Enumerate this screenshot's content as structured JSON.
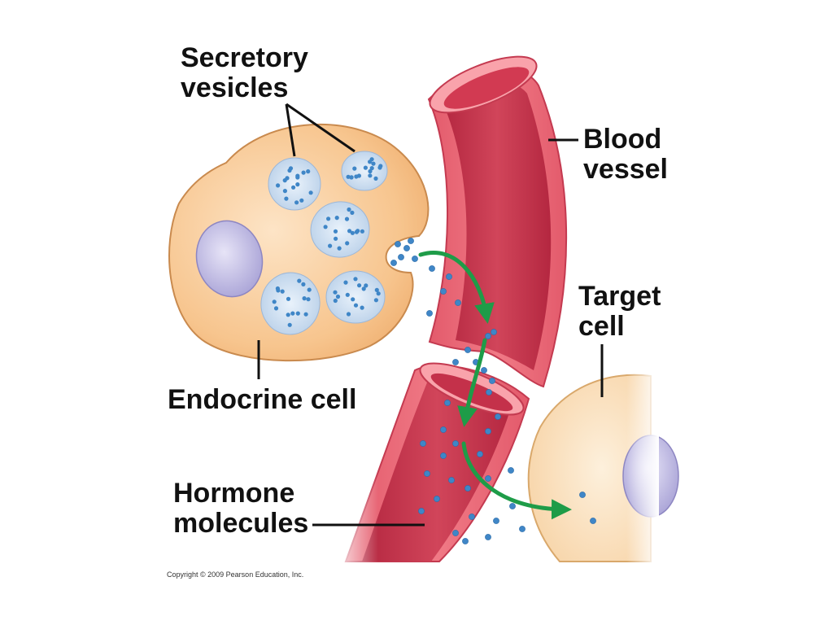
{
  "labels": {
    "secretory_line1": "Secretory",
    "secretory_line2": "vesicles",
    "blood_line1": "Blood",
    "blood_line2": "vessel",
    "target_line1": "Target",
    "target_line2": "cell",
    "endocrine": "Endocrine cell",
    "hormone_line1": "Hormone",
    "hormone_line2": "molecules"
  },
  "copyright": "Copyright © 2009 Pearson Education, Inc.",
  "colors": {
    "cell_fill": "#f7c58e",
    "cell_stroke": "#c98a4e",
    "target_fill": "#fbe0bf",
    "nucleus_fill": "#bdb8e3",
    "vessel_outer": "#e76674",
    "vessel_inner": "#c4314a",
    "vessel_rim": "#f9a3ab",
    "vesicle_fill": "#dbe9f8",
    "molecule": "#3f86c7",
    "arrow": "#1e9c48",
    "leader": "#111111"
  }
}
